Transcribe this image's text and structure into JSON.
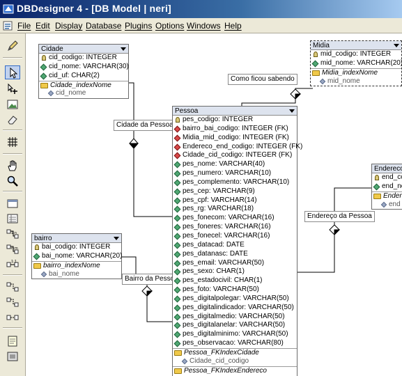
{
  "window": {
    "title": "DBDesigner 4 - [DB Model | neri]"
  },
  "menu": [
    "File",
    "Edit",
    "Display",
    "Database",
    "Plugins",
    "Options",
    "Windows",
    "Help"
  ],
  "toolbar": {
    "tools": [
      "pencil-icon",
      "select-arrow-icon",
      "move-icon",
      "image-icon",
      "eraser-icon",
      "grid-icon",
      "hand-icon",
      "zoom-icon",
      "table-icon",
      "view-icon",
      "relation-1n-icon",
      "relation-nm-icon",
      "relation-11-icon",
      "relation-1n-sub-icon",
      "relation-nm-sub-icon",
      "relation-11-sub-icon",
      "note-icon",
      "region-icon"
    ],
    "selected": "select-arrow-icon"
  },
  "tables": {
    "cidade": {
      "name": "Cidade",
      "columns": [
        {
          "icon": "key",
          "label": "cid_codigo: INTEGER"
        },
        {
          "icon": "attr",
          "label": "cid_nome: VARCHAR(30)"
        },
        {
          "icon": "attr",
          "label": "cid_uf: CHAR(2)"
        }
      ],
      "index": {
        "name": "Cidade_indexNome",
        "column": "cid_nome"
      }
    },
    "midia": {
      "name": "Midia",
      "columns": [
        {
          "icon": "key",
          "label": "mid_codigo: INTEGER"
        },
        {
          "icon": "attr",
          "label": "mid_nome: VARCHAR(20)"
        }
      ],
      "index": {
        "name": "Midia_indexNome",
        "column": "mid_nome"
      }
    },
    "pessoa": {
      "name": "Pessoa",
      "columns": [
        {
          "icon": "key",
          "label": "pes_codigo: INTEGER"
        },
        {
          "icon": "fk",
          "label": "bairro_bai_codigo: INTEGER (FK)"
        },
        {
          "icon": "fk",
          "label": "Midia_mid_codigo: INTEGER (FK)"
        },
        {
          "icon": "fk",
          "label": "Endereco_end_codigo: INTEGER (FK)"
        },
        {
          "icon": "fk",
          "label": "Cidade_cid_codigo: INTEGER (FK)"
        },
        {
          "icon": "attr",
          "label": "pes_nome: VARCHAR(40)"
        },
        {
          "icon": "attr",
          "label": "pes_numero: VARCHAR(10)"
        },
        {
          "icon": "attr",
          "label": "pes_complemento: VARCHAR(10)"
        },
        {
          "icon": "attr",
          "label": "pes_cep: VARCHAR(9)"
        },
        {
          "icon": "attr",
          "label": "pes_cpf: VARCHAR(14)"
        },
        {
          "icon": "attr",
          "label": "pes_rg: VARCHAR(18)"
        },
        {
          "icon": "attr",
          "label": "pes_fonecom: VARCHAR(16)"
        },
        {
          "icon": "attr",
          "label": "pes_foneres: VARCHAR(16)"
        },
        {
          "icon": "attr",
          "label": "pes_fonecel: VARCHAR(16)"
        },
        {
          "icon": "attr",
          "label": "pes_datacad: DATE"
        },
        {
          "icon": "attr",
          "label": "pes_datanasc: DATE"
        },
        {
          "icon": "attr",
          "label": "pes_email: VARCHAR(50)"
        },
        {
          "icon": "attr",
          "label": "pes_sexo: CHAR(1)"
        },
        {
          "icon": "attr",
          "label": "pes_estadocivil: CHAR(1)"
        },
        {
          "icon": "attr",
          "label": "pes_foto: VARCHAR(50)"
        },
        {
          "icon": "attr",
          "label": "pes_digitalpolegar: VARCHAR(50)"
        },
        {
          "icon": "attr",
          "label": "pes_digitalindicador: VARCHAR(50)"
        },
        {
          "icon": "attr",
          "label": "pes_digitalmedio: VARCHAR(50)"
        },
        {
          "icon": "attr",
          "label": "pes_digitalanelar: VARCHAR(50)"
        },
        {
          "icon": "attr",
          "label": "pes_digitalminimo: VARCHAR(50)"
        },
        {
          "icon": "attr",
          "label": "pes_observacao: VARCHAR(80)"
        }
      ],
      "indexes": [
        {
          "name": "Pessoa_FKIndexCidade",
          "column": "Cidade_cid_codigo"
        },
        {
          "name": "Pessoa_FKIndexEndereco",
          "column": ""
        }
      ]
    },
    "bairro": {
      "name": "bairro",
      "columns": [
        {
          "icon": "key",
          "label": "bai_codigo: INTEGER"
        },
        {
          "icon": "attr",
          "label": "bai_nome: VARCHAR(20)"
        }
      ],
      "index": {
        "name": "bairro_indexNome",
        "column": "bai_nome"
      }
    },
    "endereco": {
      "name": "Endereco",
      "columns": [
        {
          "icon": "key",
          "label": "end_co"
        },
        {
          "icon": "attr",
          "label": "end_no"
        }
      ],
      "index": {
        "name": "Endere",
        "column": "end"
      }
    }
  },
  "relations": {
    "cidade": "Cidade da Pessoa",
    "midia": "Como ficou sabendo",
    "endereco": "Endereço da Pessoa",
    "bairro": "Bairro da Pessoa"
  },
  "colors": {
    "title_start": "#0a246a",
    "title_end": "#a6caf0",
    "chrome": "#ece9d8",
    "table_header": "#dde3ee"
  }
}
